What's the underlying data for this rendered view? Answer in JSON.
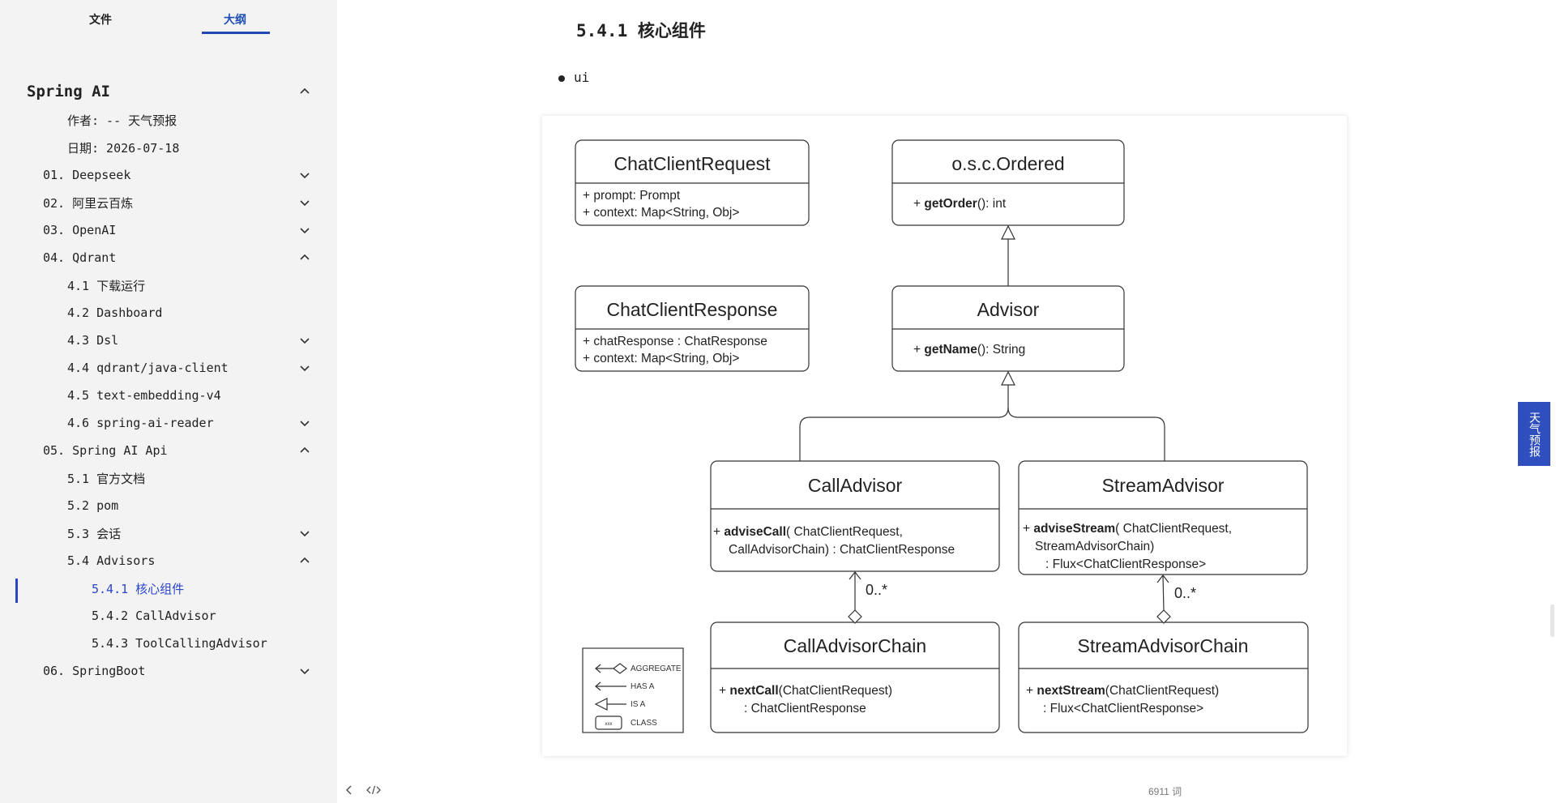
{
  "sidebar": {
    "tabs": [
      {
        "label": "文件"
      },
      {
        "label": "大纲"
      }
    ],
    "outline": [
      {
        "label": "Spring AI",
        "chevron": "up"
      },
      {
        "label": "作者: -- 天气预报",
        "chevron": ""
      },
      {
        "label": "日期: 2026-07-18",
        "chevron": ""
      },
      {
        "label": "01. Deepseek",
        "chevron": "down"
      },
      {
        "label": "02. 阿里云百炼",
        "chevron": "down"
      },
      {
        "label": "03. OpenAI",
        "chevron": "down"
      },
      {
        "label": "04. Qdrant",
        "chevron": "up"
      },
      {
        "label": "4.1 下载运行",
        "chevron": ""
      },
      {
        "label": "4.2 Dashboard",
        "chevron": ""
      },
      {
        "label": "4.3 Dsl",
        "chevron": "down"
      },
      {
        "label": "4.4 qdrant/java-client",
        "chevron": "down"
      },
      {
        "label": "4.5 text-embedding-v4",
        "chevron": ""
      },
      {
        "label": "4.6 spring-ai-reader",
        "chevron": "down"
      },
      {
        "label": "05. Spring AI Api",
        "chevron": "up"
      },
      {
        "label": "5.1 官方文档",
        "chevron": ""
      },
      {
        "label": "5.2 pom",
        "chevron": ""
      },
      {
        "label": "5.3 会话",
        "chevron": "down"
      },
      {
        "label": "5.4 Advisors",
        "chevron": "up"
      },
      {
        "label": "5.4.1 核心组件",
        "chevron": "",
        "active": true
      },
      {
        "label": "5.4.2 CallAdvisor",
        "chevron": ""
      },
      {
        "label": "5.4.3 ToolCallingAdvisor",
        "chevron": ""
      },
      {
        "label": "06. SpringBoot",
        "chevron": "down"
      }
    ]
  },
  "main": {
    "heading": "5.4.1 核心组件",
    "bullet": "ui"
  },
  "diagram": {
    "classes": {
      "chat_client_request": {
        "title": "ChatClientRequest",
        "lines": [
          "+ prompt: Prompt",
          "+ context: Map<String, Obj>"
        ]
      },
      "chat_client_response": {
        "title": "ChatClientResponse",
        "lines": [
          "+ chatResponse : ChatResponse",
          "+ context: Map<String, Obj>"
        ]
      },
      "ordered": {
        "title": "o.s.c.Ordered",
        "prefix": "+ ",
        "method": "getOrder",
        "rest": "(): int"
      },
      "advisor": {
        "title": "Advisor",
        "prefix": "+ ",
        "method": "getName",
        "rest": "(): String"
      },
      "call_advisor": {
        "title": "CallAdvisor",
        "prefix": "+ ",
        "method": "adviseCall",
        "rest": "( ChatClientRequest,",
        "line2": "CallAdvisorChain) : ChatClientResponse"
      },
      "stream_advisor": {
        "title": "StreamAdvisor",
        "prefix": "+ ",
        "method": "adviseStream",
        "rest": "( ChatClientRequest,",
        "line2": "StreamAdvisorChain)",
        "line3": ": Flux<ChatClientResponse>"
      },
      "call_advisor_chain": {
        "title": "CallAdvisorChain",
        "prefix": "+ ",
        "method": "nextCall",
        "rest": "(ChatClientRequest)",
        "line2": ": ChatClientResponse"
      },
      "stream_advisor_chain": {
        "title": "StreamAdvisorChain",
        "prefix": "+ ",
        "method": "nextStream",
        "rest": "(ChatClientRequest)",
        "line2": ": Flux<ChatClientResponse>"
      }
    },
    "multiplicity": [
      "0..*",
      "0..*"
    ],
    "legend": {
      "aggregate": "AGGREGATE",
      "has_a": "HAS A",
      "is_a": "IS A",
      "class": "CLASS",
      "class_box": "xxx"
    }
  },
  "side_tag": "天气预报",
  "footer": {
    "word_count": "6911 词"
  },
  "icons": [
    "chevron-up-icon",
    "chevron-down-icon",
    "chevron-left-icon",
    "code-icon"
  ],
  "colors": {
    "accent": "#2b45c8",
    "sidebar_bg": "#f3f3f3",
    "tag_bg": "#2f4fbf"
  }
}
